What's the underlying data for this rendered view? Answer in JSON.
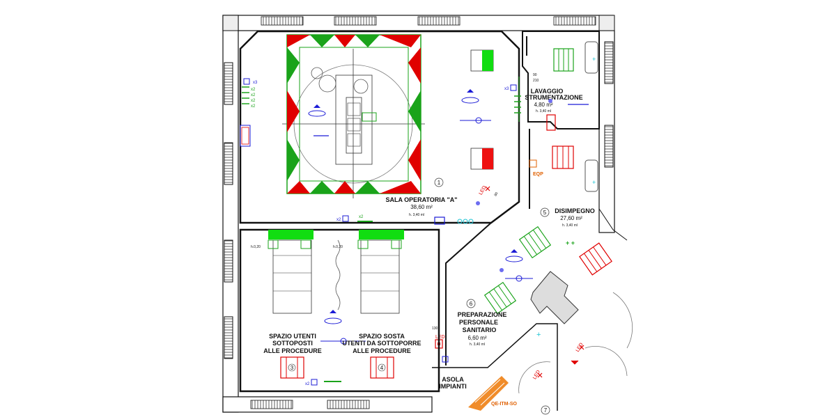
{
  "rooms": {
    "sala_operatoria": {
      "number": "1",
      "name": "SALA OPERATORIA \"A\"",
      "area": "38,60 m²",
      "height": "h. 3,40 ml"
    },
    "lavaggio": {
      "line1": "LAVAGGIO",
      "line2": "STRUMENTAZIONE",
      "area": "4,80 m²",
      "height": "h. 3,40 ml"
    },
    "disimpegno": {
      "number": "5",
      "name": "DISIMPEGNO",
      "area": "27,60 m²",
      "height": "h. 3,40 ml"
    },
    "preparazione": {
      "number": "6",
      "line1": "PREPARAZIONE",
      "line2": "PERSONALE",
      "line3": "SANITARIO",
      "area": "6,60 m²",
      "height": "h. 3,40 ml"
    },
    "spazio_utenti": {
      "number": "3",
      "line1": "SPAZIO UTENTI",
      "line2": "SOTTOPOSTI",
      "line3": "ALLE PROCEDURE"
    },
    "spazio_sosta": {
      "number": "4",
      "line1": "SPAZIO SOSTA",
      "line2": "UTENTI DA SOTTOPORRE",
      "line3": "ALLE PROCEDURE"
    },
    "asola": {
      "line1": "ASOLA",
      "line2": "IMPIANTI"
    },
    "room7": {
      "number": "7"
    }
  },
  "annotations": {
    "eqp": "EQP",
    "qe": "QE-ITM-SO",
    "led": "LED",
    "door_90": "90",
    "door_210": "210",
    "door_130": "130",
    "door_80": "80",
    "height_020a": "h.0,20",
    "height_020b": "h.0,20",
    "x2": "x2",
    "x3": "x3",
    "x2b": "x2",
    "x2c": "x2",
    "x3b": "x3"
  }
}
